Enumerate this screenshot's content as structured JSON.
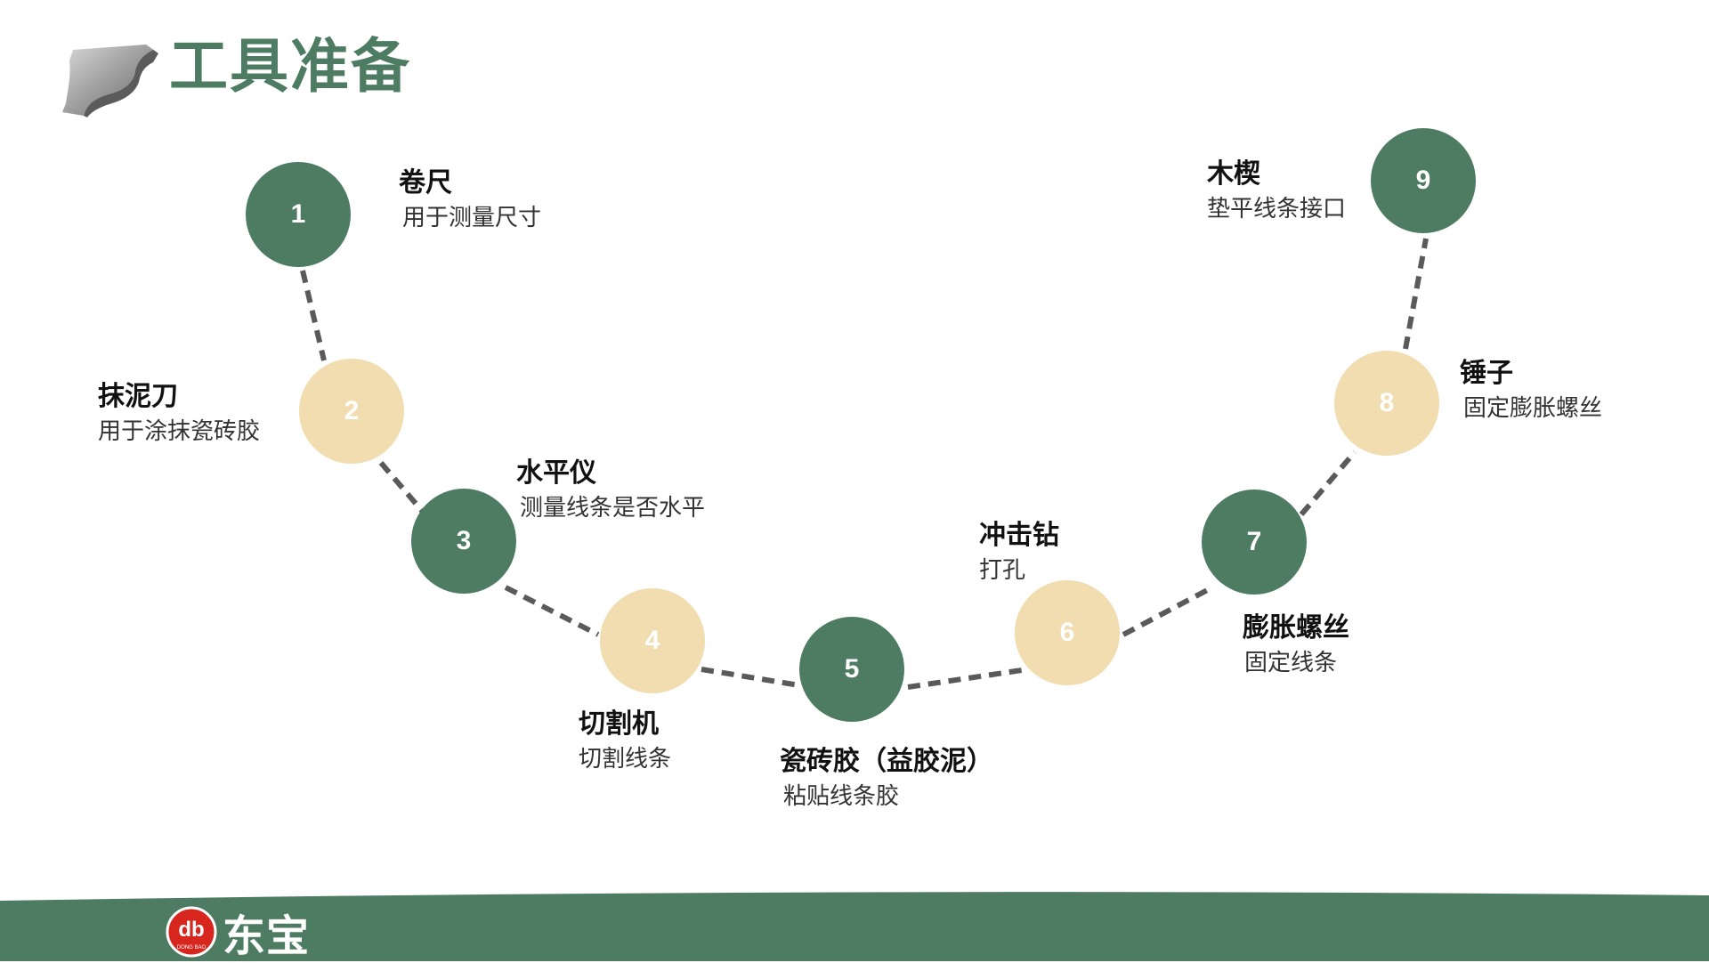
{
  "header": {
    "title": "工具准备",
    "icon": "crown-molding-icon"
  },
  "steps": [
    {
      "number": "1",
      "name": "卷尺",
      "desc": "用于测量尺寸",
      "color": "green"
    },
    {
      "number": "2",
      "name": "抹泥刀",
      "desc": "用于涂抹瓷砖胶",
      "color": "beige"
    },
    {
      "number": "3",
      "name": "水平仪",
      "desc": "测量线条是否水平",
      "color": "green"
    },
    {
      "number": "4",
      "name": "切割机",
      "desc": "切割线条",
      "color": "beige"
    },
    {
      "number": "5",
      "name": "瓷砖胶（益胶泥）",
      "desc": "粘贴线条胶",
      "color": "green"
    },
    {
      "number": "6",
      "name": "冲击钻",
      "desc": "打孔",
      "color": "beige"
    },
    {
      "number": "7",
      "name": "膨胀螺丝",
      "desc": "固定线条",
      "color": "green"
    },
    {
      "number": "8",
      "name": "锤子",
      "desc": "固定膨胀螺丝",
      "color": "beige"
    },
    {
      "number": "9",
      "name": "木楔",
      "desc": "垫平线条接口",
      "color": "green"
    }
  ],
  "footer": {
    "brand_name": "东宝",
    "logo_text": "db",
    "logo_subtext": "DONG BAO"
  },
  "colors": {
    "primary_green": "#4e7c63",
    "beige": "#f1ddaf",
    "dash": "#5a5a5a",
    "logo_red": "#d7261e"
  }
}
